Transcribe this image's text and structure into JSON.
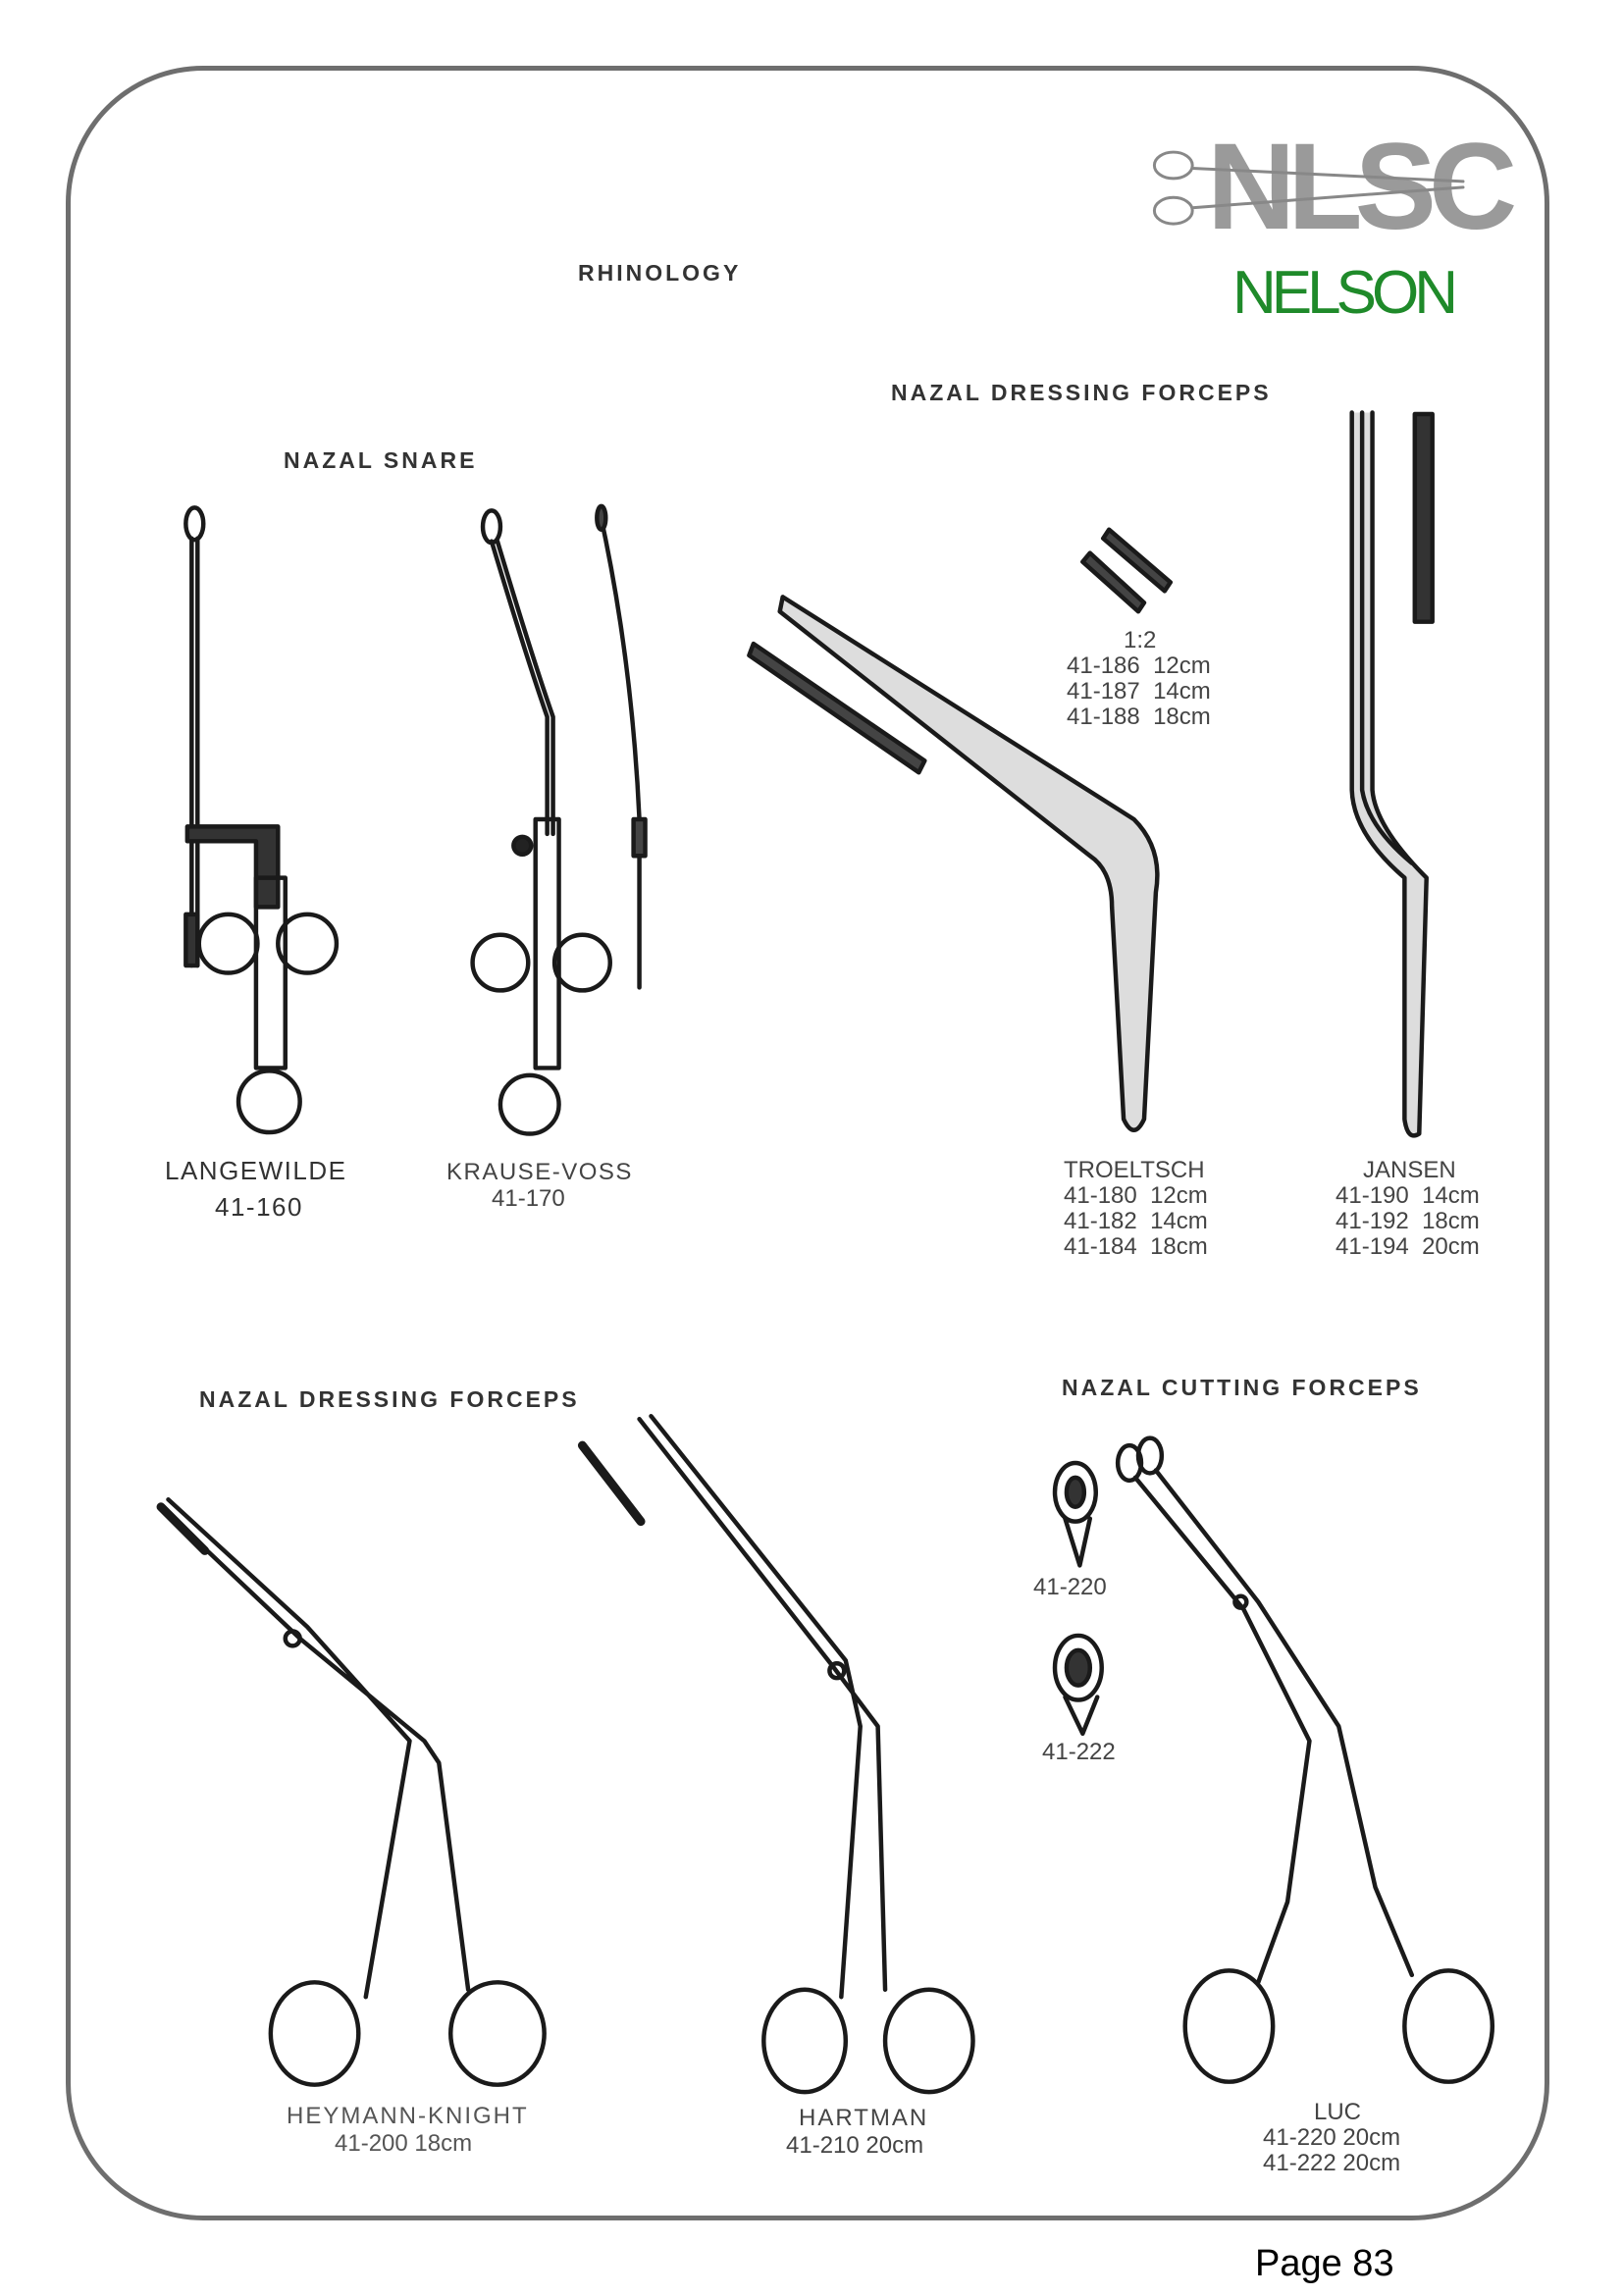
{
  "logo": {
    "mark": "NLSC",
    "brand": "NELSON",
    "brand_color": "#1f8a2a",
    "mark_color": "#9a9a9a"
  },
  "section_title": "RHINOLOGY",
  "groups": {
    "snare": {
      "title": "NAZAL SNARE",
      "items": [
        {
          "name": "LANGEWILDE",
          "codes": [
            "41-160"
          ]
        },
        {
          "name": "KRAUSE-VOSS",
          "codes": [
            "41-170"
          ]
        }
      ]
    },
    "dressing_top": {
      "title": "NAZAL DRESSING FORCEPS",
      "inset": {
        "scale": "1:2",
        "codes": [
          "41-186  12cm",
          "41-187  14cm",
          "41-188  18cm"
        ]
      },
      "items": [
        {
          "name": "TROELTSCH",
          "codes": [
            "41-180  12cm",
            "41-182  14cm",
            "41-184  18cm"
          ]
        },
        {
          "name": "JANSEN",
          "codes": [
            "41-190  14cm",
            "41-192  18cm",
            "41-194  20cm"
          ]
        }
      ]
    },
    "dressing_bottom": {
      "title": "NAZAL DRESSING FORCEPS",
      "items": [
        {
          "name": "HEYMANN-KNIGHT",
          "codes": [
            "41-200 18cm"
          ]
        },
        {
          "name": "HARTMAN",
          "codes": [
            "41-210 20cm"
          ]
        }
      ]
    },
    "cutting": {
      "title": "NAZAL CUTTING FORCEPS",
      "tips": [
        "41-220",
        "41-222"
      ],
      "items": [
        {
          "name": "LUC",
          "codes": [
            "41-220 20cm",
            "41-222 20cm"
          ]
        }
      ]
    }
  },
  "page_label": "Page 83"
}
